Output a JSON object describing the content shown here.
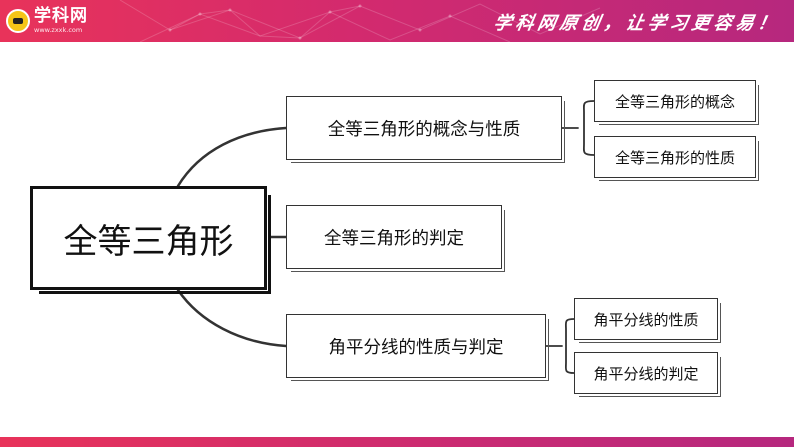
{
  "header": {
    "logo_name": "学科网",
    "logo_url": "www.zxxk.com",
    "slogan": "学科网原创，让学习更容易！"
  },
  "mindmap": {
    "root": "全等三角形",
    "branches": [
      {
        "label": "全等三角形的概念与性质",
        "children": [
          "全等三角形的概念",
          "全等三角形的性质"
        ]
      },
      {
        "label": "全等三角形的判定",
        "children": []
      },
      {
        "label": "角平分线的性质与判定",
        "children": [
          "角平分线的性质",
          "角平分线的判定"
        ]
      }
    ]
  },
  "colors": {
    "banner_start": "#e8335a",
    "banner_end": "#b6287e",
    "line": "#333333"
  }
}
